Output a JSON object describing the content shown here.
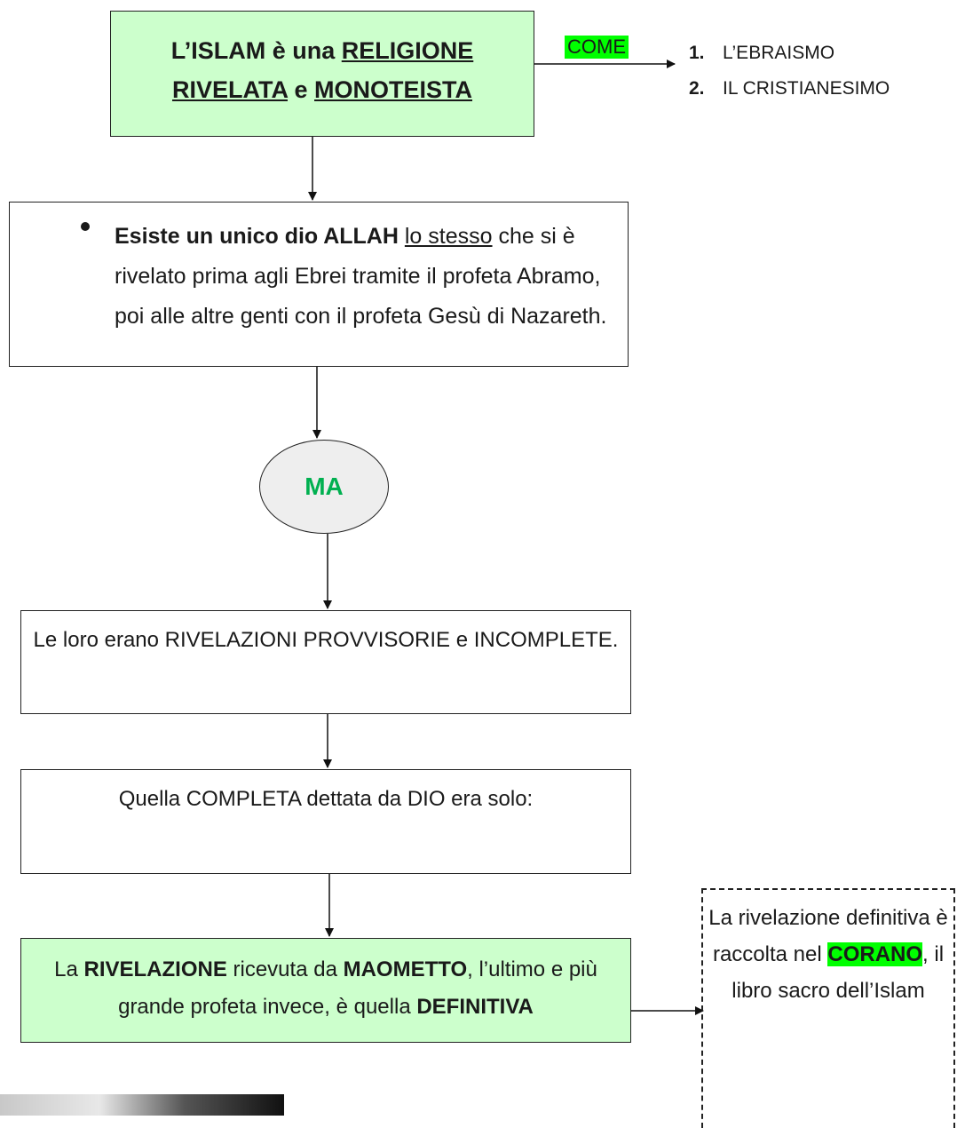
{
  "title": {
    "prefix": "L’ISLAM è una ",
    "word_religione": "RELIGIONE",
    "word_rivelata": "RIVELATA",
    "conj": " e ",
    "word_monoteista": "MONOTEISTA"
  },
  "come_label": "COME",
  "comparison_list": [
    {
      "num": "1.",
      "label": "L’EBRAISMO"
    },
    {
      "num": "2.",
      "label": "IL CRISTIANESIMO"
    }
  ],
  "box_allah": {
    "bold": "Esiste un unico dio ALLAH",
    "underlined": "lo stesso",
    "rest": " che si è rivelato prima agli Ebrei tramite il profeta Abramo, poi alle altre genti con il profeta Gesù di Nazareth."
  },
  "oval_label": "MA",
  "box_provisional": "Le loro erano RIVELAZIONI PROVVISORIE e INCOMPLETE.",
  "box_complete": "Quella COMPLETA dettata da DIO era solo:",
  "box_definitive": {
    "t1": "La ",
    "b1": "RIVELAZIONE",
    "t2": " ricevuta da ",
    "b2": "MAOMETTO",
    "t3": ", l’ultimo e più grande profeta invece, è quella ",
    "b3": "DEFINITIVA"
  },
  "note_corano": {
    "t1": "La rivelazione definitiva è raccolta nel ",
    "highlight": "CORANO",
    "t2": ", il libro sacro dell’Islam"
  },
  "colors": {
    "box_green": "#ccffcc",
    "highlight": "#00ff00",
    "ma_text": "#00b050",
    "oval_fill": "#eeeeee"
  }
}
